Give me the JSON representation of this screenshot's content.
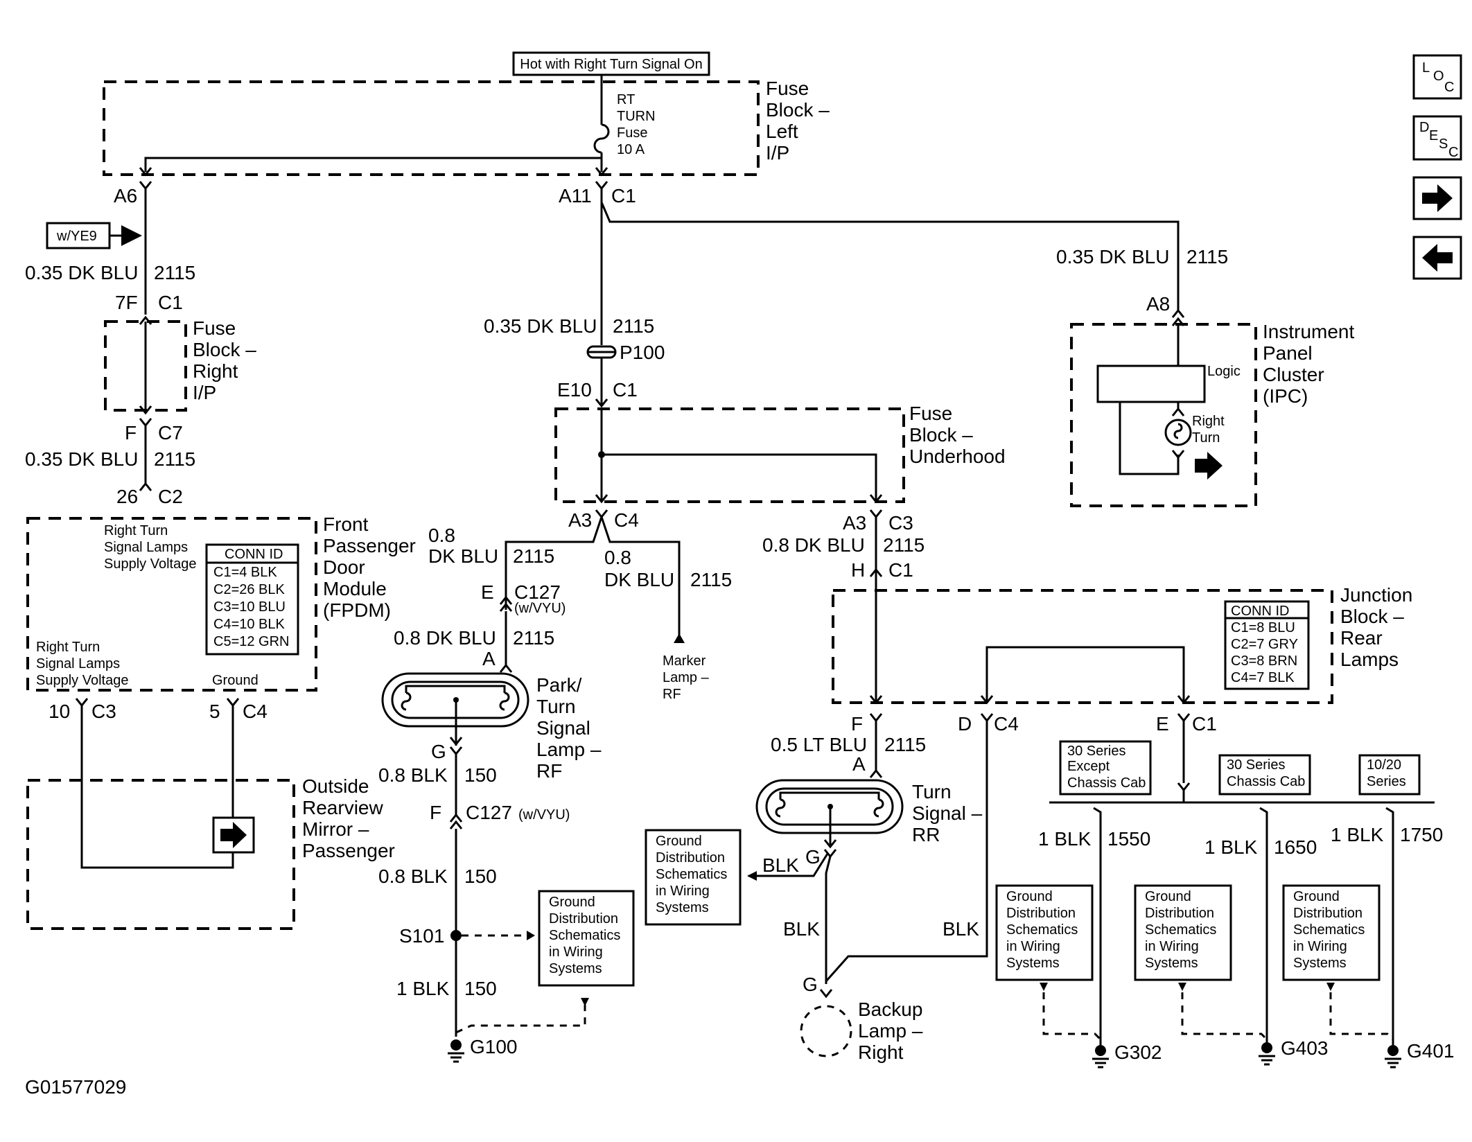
{
  "title_box": "Hot with Right Turn Signal On",
  "figure_id": "G01577029",
  "nav": {
    "loc": [
      "L",
      "O",
      "C"
    ],
    "desc": [
      "D",
      "E",
      "S",
      "C"
    ]
  },
  "components": {
    "fuse_block_left": [
      "Fuse",
      "Block –",
      "Left",
      "I/P"
    ],
    "rt_turn_fuse": [
      "RT",
      "TURN",
      "Fuse",
      "10 A"
    ],
    "fuse_block_right": [
      "Fuse",
      "Block –",
      "Right",
      "I/P"
    ],
    "fuse_block_underhood": [
      "Fuse",
      "Block –",
      "Underhood"
    ],
    "ipc": [
      "Instrument",
      "Panel",
      "Cluster",
      "(IPC)"
    ],
    "ipc_logic": "Logic",
    "ipc_right_turn": [
      "Right",
      "Turn"
    ],
    "fpdm": [
      "Front",
      "Passenger",
      "Door",
      "Module",
      "(FPDM)"
    ],
    "fpdm_supply_top": [
      "Right Turn",
      "Signal Lamps",
      "Supply Voltage"
    ],
    "fpdm_supply_bottom": [
      "Right Turn",
      "Signal Lamps",
      "Supply Voltage"
    ],
    "fpdm_ground": "Ground",
    "mirror": [
      "Outside",
      "Rearview",
      "Mirror –",
      "Passenger"
    ],
    "park_turn_lamp": [
      "Park/",
      "Turn",
      "Signal",
      "Lamp –",
      "RF"
    ],
    "marker_lamp": [
      "Marker",
      "Lamp –",
      "RF"
    ],
    "junction_block": [
      "Junction",
      "Block –",
      "Rear",
      "Lamps"
    ],
    "turn_signal_rr": [
      "Turn",
      "Signal –",
      "RR"
    ],
    "backup_lamp": [
      "Backup",
      "Lamp –",
      "Right"
    ]
  },
  "conn_fpdm": {
    "header": "CONN ID",
    "rows": [
      "C1=4 BLK",
      "C2=26 BLK",
      "C3=10 BLU",
      "C4=10 BLK",
      "C5=12 GRN"
    ]
  },
  "conn_jb": {
    "header": "CONN ID",
    "rows": [
      "C1=8 BLU",
      "C2=7 GRY",
      "C3=8 BRN",
      "C4=7 BLK"
    ]
  },
  "option_tag": "w/YE9",
  "series": {
    "s30_except": [
      "30 Series",
      "Except",
      "Chassis Cab"
    ],
    "s30_cab": [
      "30 Series",
      "Chassis Cab"
    ],
    "s1020": [
      "10/20",
      "Series"
    ]
  },
  "ground_ref_lines": [
    "Ground",
    "Distribution",
    "Schematics",
    "in Wiring",
    "Systems"
  ],
  "grounds": {
    "g100": "G100",
    "g302": "G302",
    "g403": "G403",
    "g401": "G401"
  },
  "splice": "S101",
  "passthru": "P100",
  "labels": {
    "A6": "A6",
    "A11": "A11",
    "C1": "C1",
    "C2": "C2",
    "C3": "C3",
    "C4": "C4",
    "C7": "C7",
    "A8": "A8",
    "F7": "7F",
    "F": "F",
    "pin26": "26",
    "E10": "E10",
    "A3": "A3",
    "H": "H",
    "E": "E",
    "C127": "C127",
    "wVYU": "(w/VYU)",
    "A": "A",
    "G": "G",
    "D": "D",
    "pin10": "10",
    "pin5": "5",
    "BLK": "BLK",
    "C127vyu": "C127 (w/VYU)"
  },
  "wires": {
    "w_035_dkblu": "0.35 DK BLU",
    "w_08_dkblu": "0.8 DK BLU",
    "w_08": "0.8",
    "w_dkblu": "DK BLU",
    "w_05_ltblu": "0.5 LT BLU",
    "w_08_blk": "0.8 BLK",
    "w_1_blk": "1 BLK",
    "c2115": "2115",
    "c150": "150",
    "c1550": "1550",
    "c1650": "1650",
    "c1750": "1750"
  }
}
